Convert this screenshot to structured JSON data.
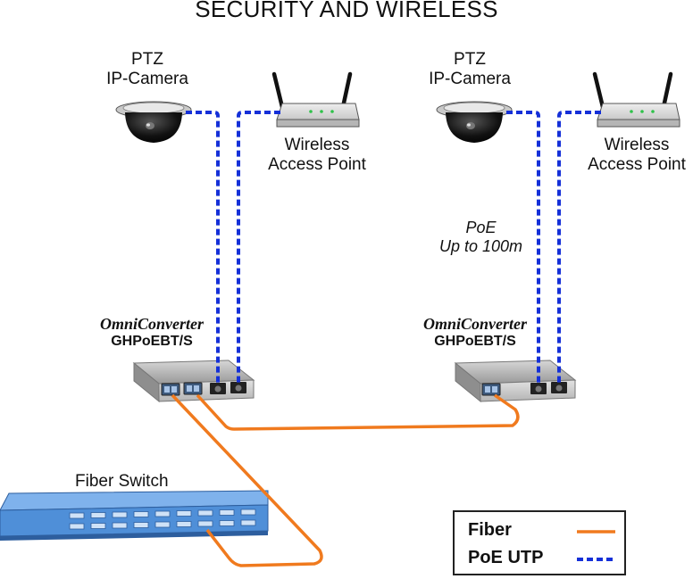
{
  "title": "SECURITY AND WIRELESS",
  "left": {
    "camera_label": "PTZ\nIP-Camera",
    "ap_label": "Wireless\nAccess Point",
    "converter_brand": "OmniConverter",
    "converter_model": "GHPoEBT/S"
  },
  "right": {
    "camera_label": "PTZ\nIP-Camera",
    "ap_label": "Wireless\nAccess Point",
    "poe_label": "PoE\nUp to 100m",
    "converter_brand": "OmniConverter",
    "converter_model": "GHPoEBT/S"
  },
  "fiber_switch_label": "Fiber Switch",
  "legend": {
    "fiber_label": "Fiber",
    "poe_utp_label": "PoE UTP"
  },
  "colors": {
    "fiber": "#F07A1E",
    "poe_utp": "#1530D8",
    "switch_blue": "#4F8FD8"
  }
}
